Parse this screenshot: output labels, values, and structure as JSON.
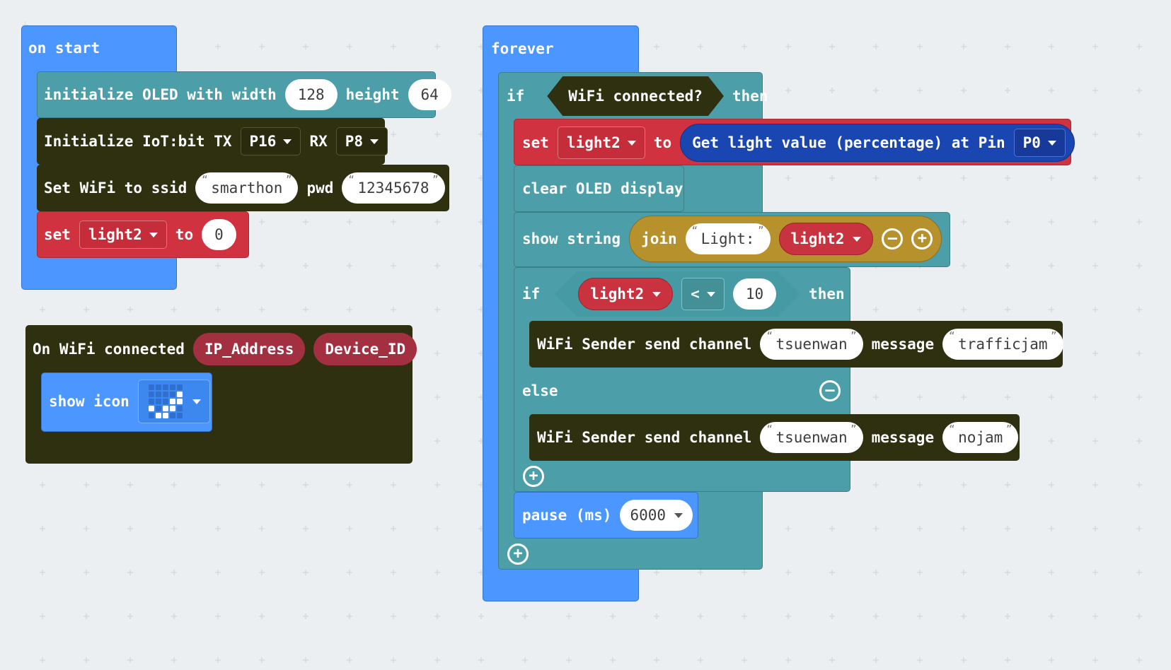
{
  "colors": {
    "basic": "#4c97ff",
    "oled": "#4c9fa8",
    "iot": "#2f3010",
    "variables": "#d0323f",
    "light_sensor": "#1a46b1",
    "text": "#b7922c",
    "logic_value": "#2f3010"
  },
  "on_start": {
    "label": "on start",
    "init_oled": {
      "label": "initialize OLED with width",
      "width": "128",
      "height_label": "height",
      "height": "64"
    },
    "init_iot": {
      "label": "Initialize IoT:bit TX",
      "tx": "P16",
      "rx_label": "RX",
      "rx": "P8"
    },
    "set_wifi": {
      "label": "Set WiFi to ssid",
      "ssid": "smarthon",
      "pwd_label": "pwd",
      "pwd": "12345678"
    },
    "set_var": {
      "label": "set",
      "var": "light2",
      "to_label": "to",
      "value": "0"
    }
  },
  "on_wifi": {
    "label": "On WiFi connected",
    "params": [
      "IP_Address",
      "Device_ID"
    ],
    "show_icon": {
      "label": "show icon",
      "icon": "checkmark-icon"
    }
  },
  "forever": {
    "label": "forever",
    "if_outer": {
      "if_label": "if",
      "condition": "WiFi connected?",
      "then_label": "then"
    },
    "set_light": {
      "label": "set",
      "var": "light2",
      "to_label": "to",
      "reporter": "Get light value (percentage) at Pin",
      "pin": "P0"
    },
    "clear_oled": {
      "label": "clear OLED display"
    },
    "show_string": {
      "label": "show string",
      "join_label": "join",
      "text": "Light:",
      "var": "light2"
    },
    "if_inner": {
      "if_label": "if",
      "var": "light2",
      "op": "<",
      "value": "10",
      "then_label": "then"
    },
    "send_jam": {
      "label": "WiFi Sender send channel",
      "channel": "tsuenwan",
      "message_label": "message",
      "message": "trafficjam"
    },
    "else_label": "else",
    "send_nojam": {
      "label": "WiFi Sender send channel",
      "channel": "tsuenwan",
      "message_label": "message",
      "message": "nojam"
    },
    "pause": {
      "label": "pause (ms)",
      "value": "6000"
    }
  }
}
